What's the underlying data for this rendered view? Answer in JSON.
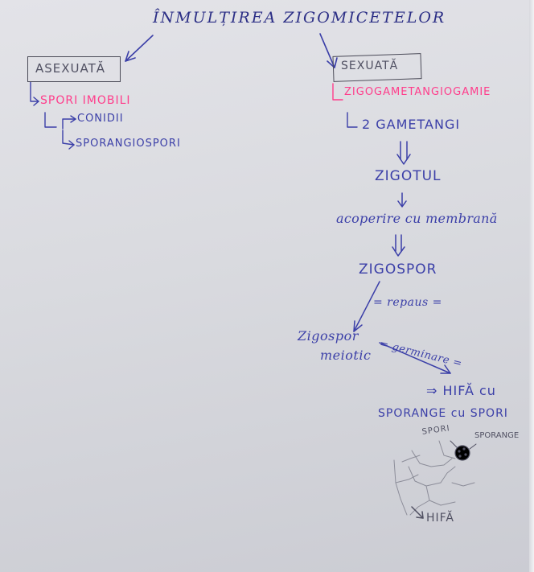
{
  "title": "ÎNMULȚIREA ZIGOMICETELOR",
  "asexual": {
    "heading": "ASEXUATĂ",
    "spores": "SPORI IMOBILI",
    "types": [
      "CONIDII",
      "SPORANGIOSPORI"
    ]
  },
  "sexual": {
    "heading": "SEXUATĂ",
    "process": "ZIGOGAMETANGIOGAMIE",
    "gametangia": "2 GAMETANGI",
    "zygote": "ZIGOTUL",
    "membrane": "acoperire cu membrană",
    "zygospore": "ZIGOSPOR",
    "rest": "= repaus =",
    "meiotic_zygospore": [
      "Zigospor",
      "meiotic"
    ],
    "germination": "= germinare =",
    "hypha_result": [
      "⇒ HIFĂ cu",
      "SPORANGE cu SPORI"
    ],
    "sketch_labels": {
      "spores": "SPORI",
      "sporangium": "SPORANGE",
      "hypha": "HIFĂ"
    }
  },
  "colors": {
    "ink": "#3b3fa8",
    "dark_ink": "#2c2f86",
    "pink": "#ff3d8b",
    "pencil": "#505062",
    "paper": "#dcdde2"
  },
  "icons": [
    "arrow-icon",
    "double-arrow-icon",
    "sketch-hypha-icon",
    "sporangium-icon"
  ]
}
